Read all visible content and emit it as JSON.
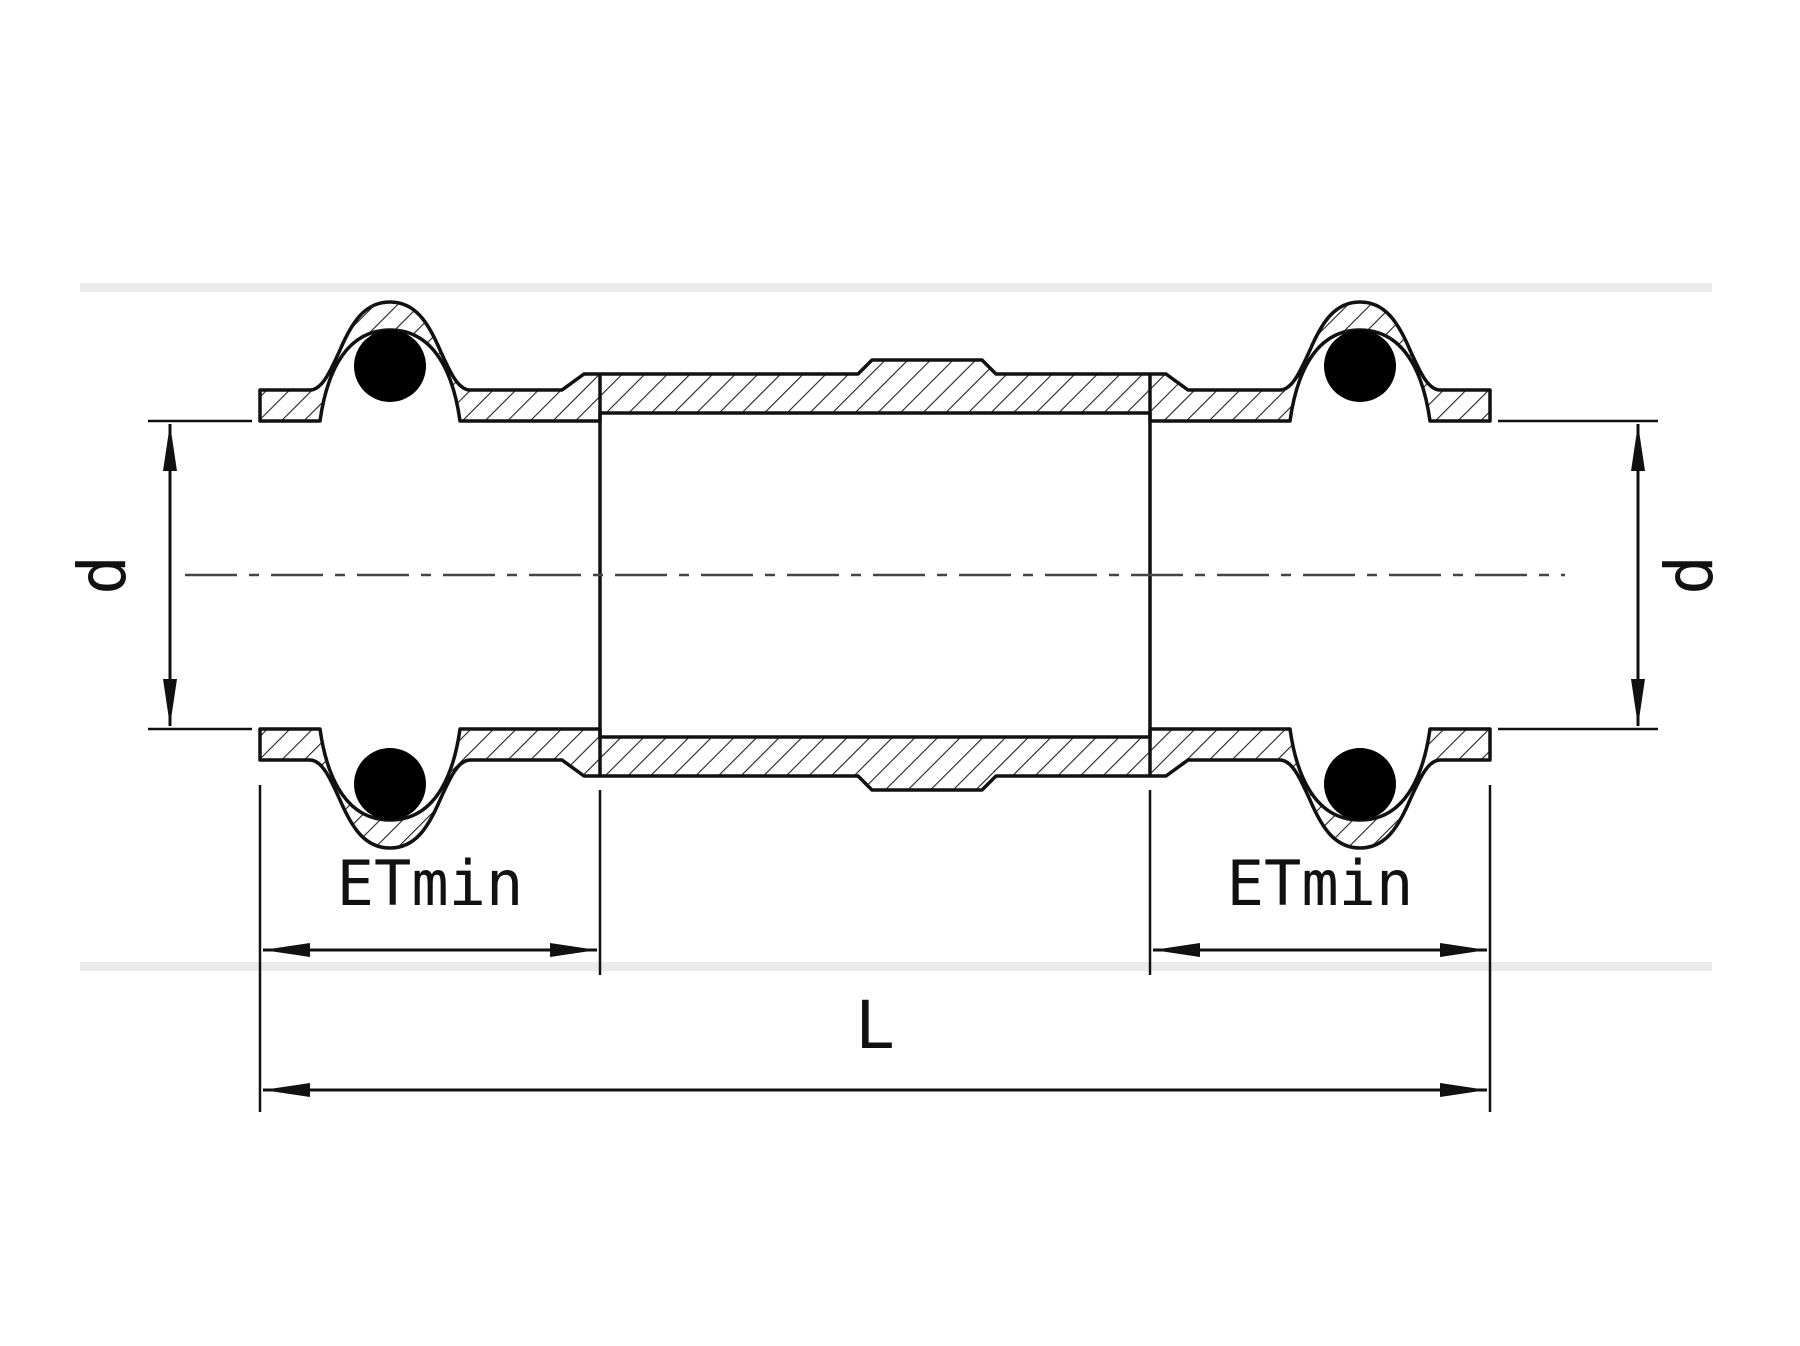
{
  "drawing": {
    "labels": {
      "dim_d_left": "d",
      "dim_d_right": "d",
      "dim_et_left": "ETmin",
      "dim_et_right": "ETmin",
      "dim_length": "L"
    },
    "colors": {
      "line": "#111111",
      "hatch": "#222222",
      "o_ring": "#000000",
      "background": "#ffffff",
      "artifact_band": "#ebebeb"
    }
  }
}
